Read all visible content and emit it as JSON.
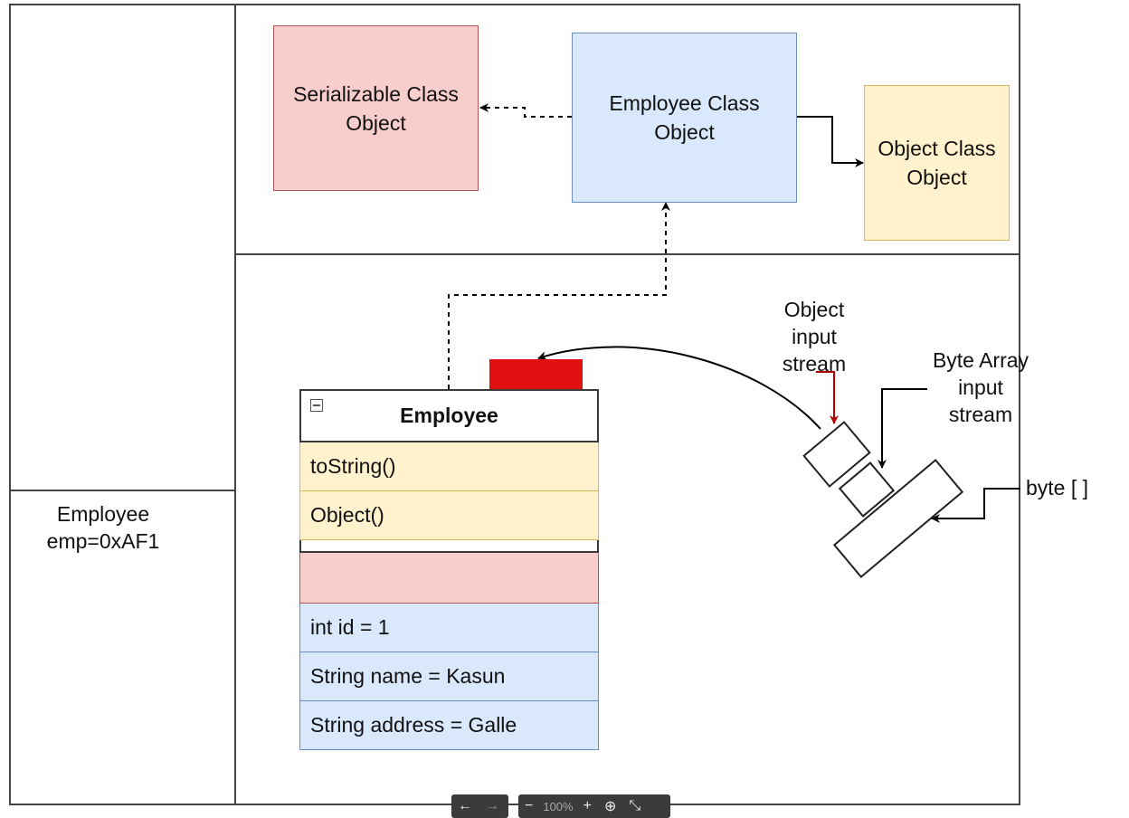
{
  "diagram": {
    "serializable_box": "Serializable Class\nObject",
    "employee_box": "Employee Class\nObject",
    "object_box": "Object Class\nObject",
    "ref_var": "Employee\nemp=0xAF1",
    "object_input_stream": "Object\ninput\nstream",
    "byte_array_input_stream": "Byte Array\ninput\nstream",
    "byte_array": "byte [ ]",
    "uml": {
      "title": "Employee",
      "methods": [
        "toString()",
        "Object()"
      ],
      "attributes": [
        "int id = 1",
        "String name = Kasun",
        "String address = Galle"
      ]
    },
    "colors": {
      "serializable_fill": "#f8cecc",
      "employee_fill": "#dae8fc",
      "object_fill": "#fff2cc",
      "red_tab": "#e01010"
    }
  },
  "toolbar": {
    "back_icon": "←",
    "forward_icon": "→",
    "zoom_out_icon": "−",
    "zoom_level": "100%",
    "zoom_in_icon": "+",
    "fit_icon": "⊕",
    "collapse_icon": "⤡"
  }
}
